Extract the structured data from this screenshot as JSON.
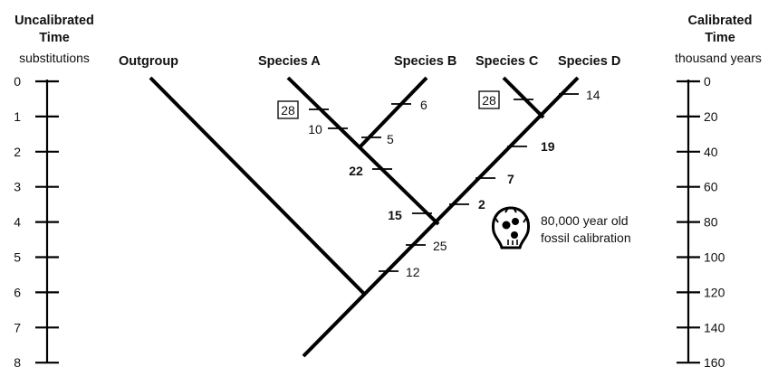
{
  "left_axis": {
    "title_line1": "Uncalibrated",
    "title_line2": "Time",
    "unit": "substitutions",
    "ticks": [
      "0",
      "1",
      "2",
      "3",
      "4",
      "5",
      "6",
      "7",
      "8"
    ]
  },
  "right_axis": {
    "title_line1": "Calibrated",
    "title_line2": "Time",
    "unit": "thousand years",
    "ticks": [
      "0",
      "20",
      "40",
      "60",
      "80",
      "100",
      "120",
      "140",
      "160"
    ]
  },
  "taxa": {
    "outgroup": "Outgroup",
    "species_a": "Species A",
    "species_b": "Species B",
    "species_c": "Species C",
    "species_d": "Species D"
  },
  "branch_labels": {
    "a_boxed": "28",
    "a_plain": "10",
    "b_upper": "6",
    "b_lower": "5",
    "ab_stem": "22",
    "ab_base": "15",
    "c_boxed": "28",
    "d_tip": "14",
    "cd_1": "19",
    "cd_2": "7",
    "cd_3": "2",
    "trunk_1": "25",
    "trunk_2": "12"
  },
  "fossil": {
    "line1": "80,000 year old",
    "line2": "fossil calibration",
    "icon": "skull-icon"
  }
}
